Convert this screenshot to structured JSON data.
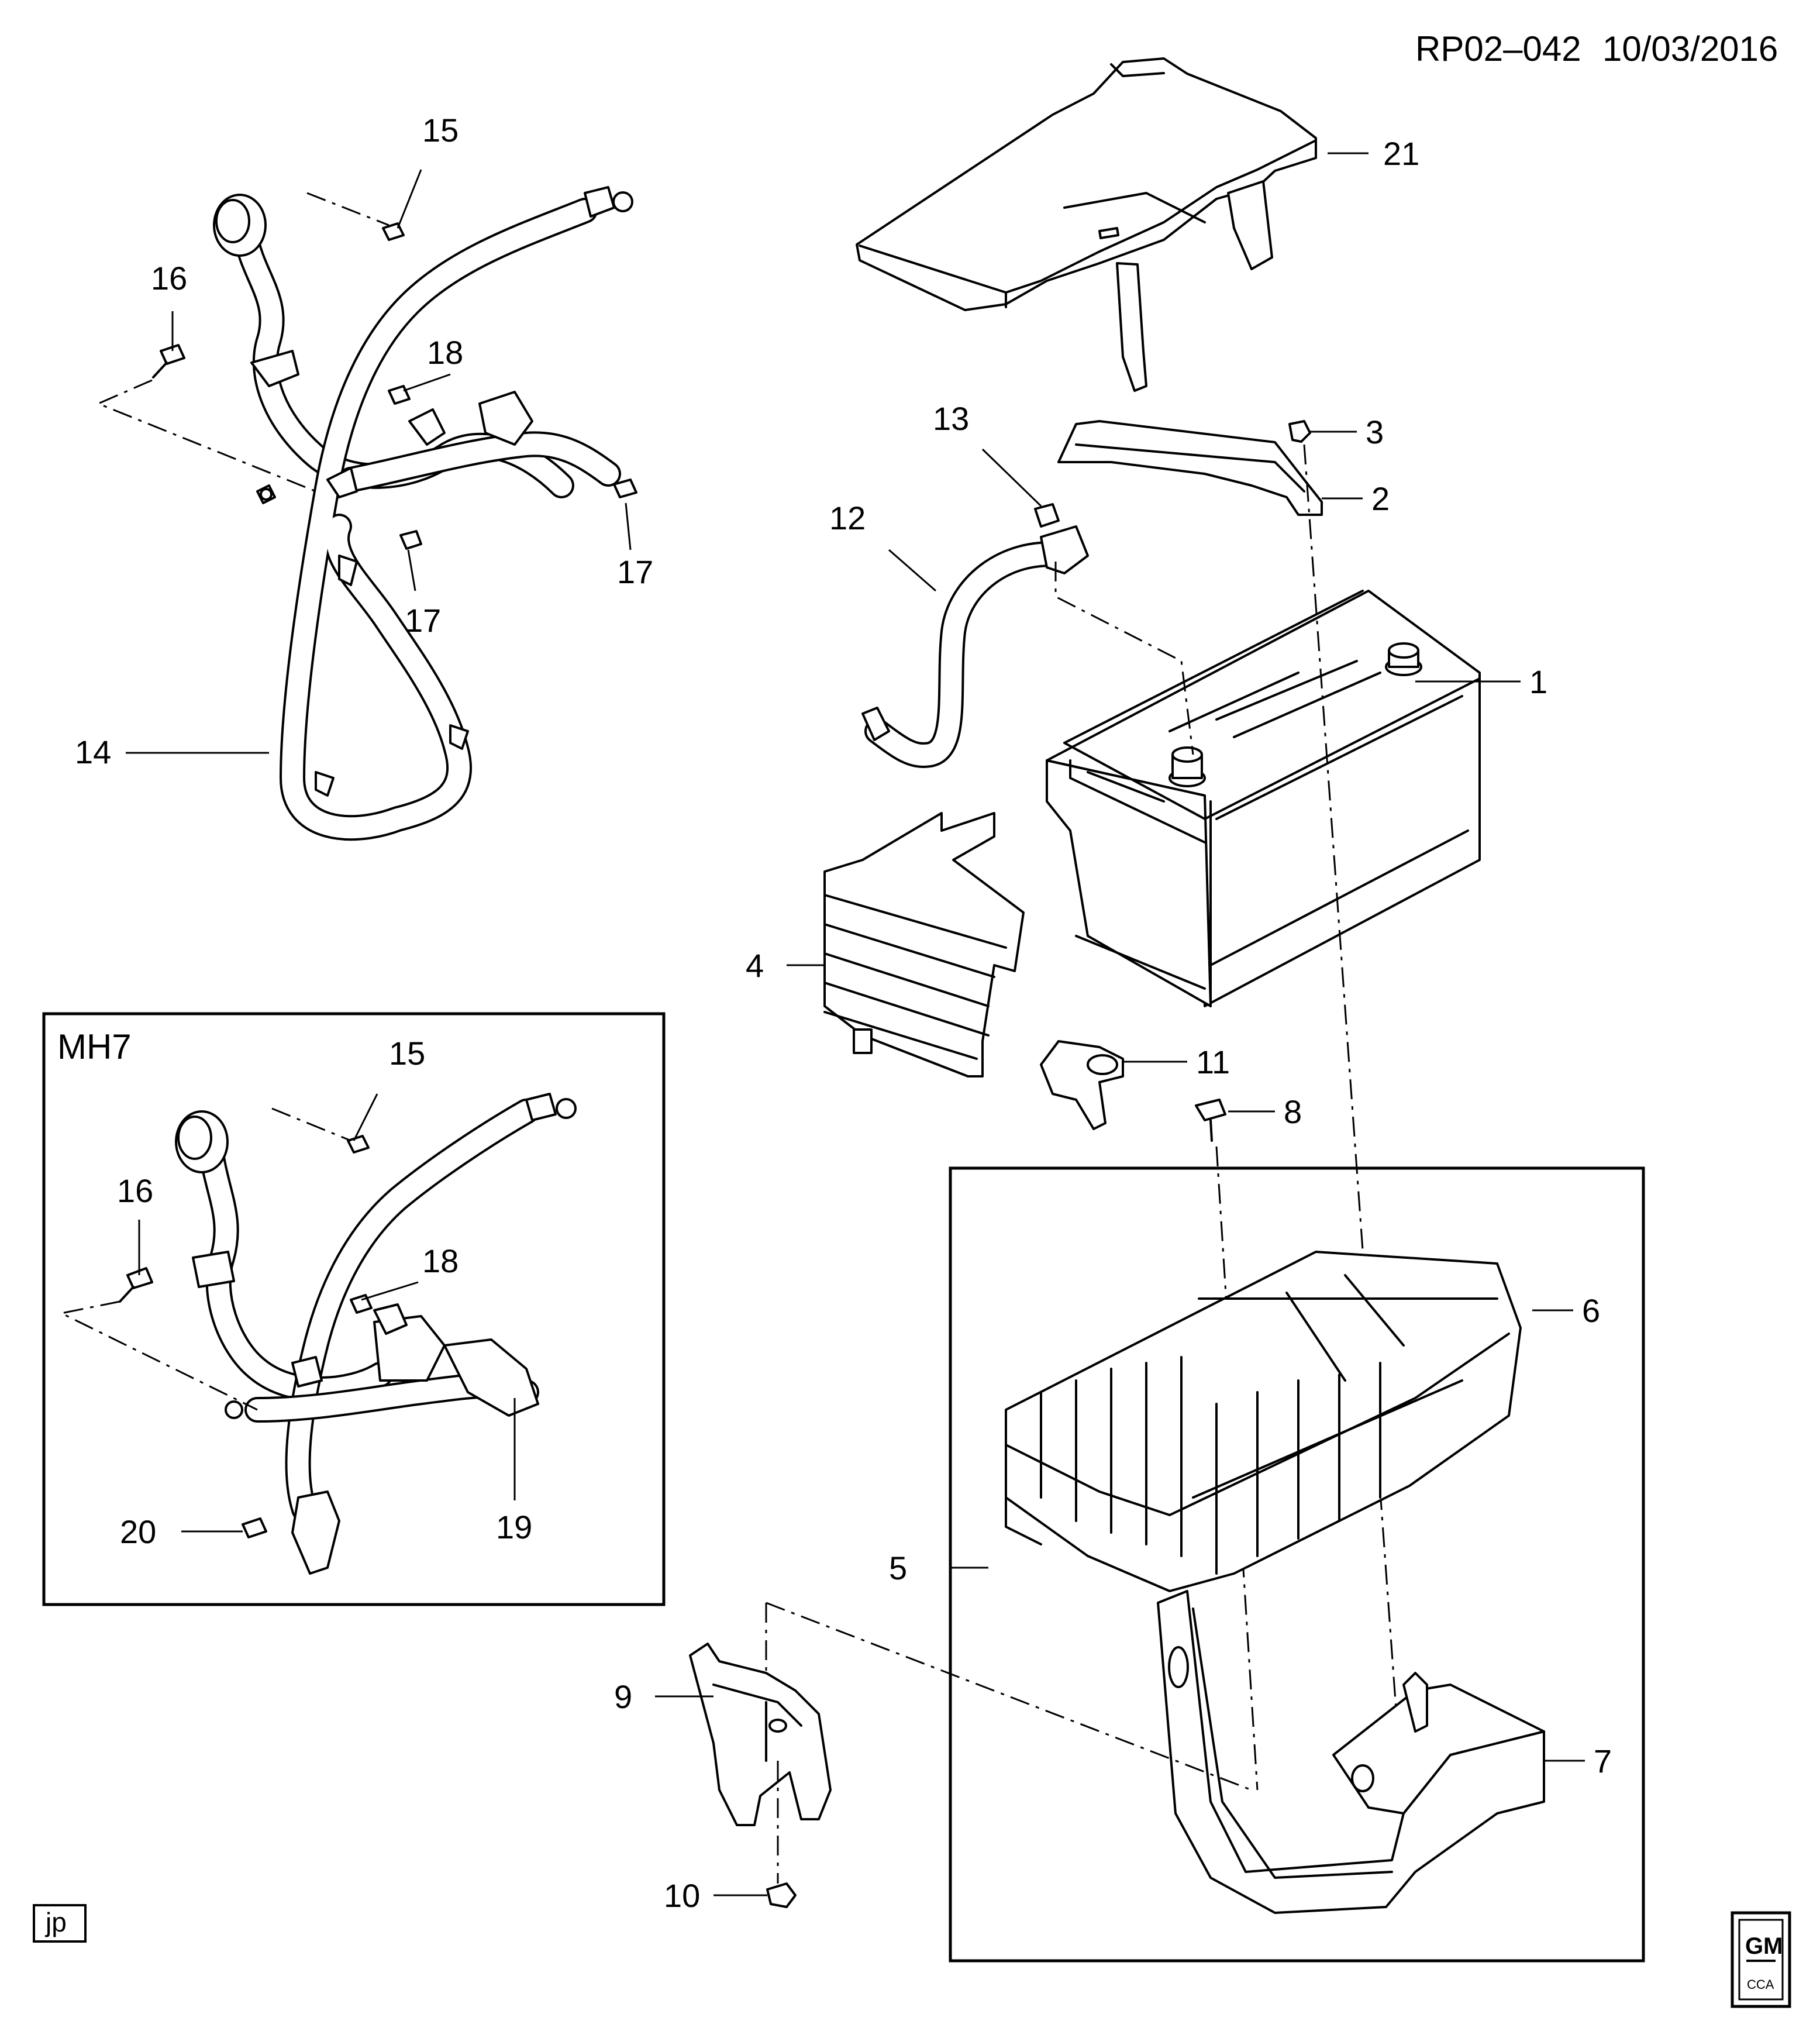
{
  "header": {
    "ref": "RP02–042",
    "date": "10/03/2016"
  },
  "inset": {
    "title": "MH7"
  },
  "callouts": {
    "c1": "1",
    "c2": "2",
    "c3": "3",
    "c4": "4",
    "c5": "5",
    "c6": "6",
    "c7": "7",
    "c8": "8",
    "c9": "9",
    "c10": "10",
    "c11": "11",
    "c12": "12",
    "c13": "13",
    "c14": "14",
    "c15": "15",
    "c16": "16",
    "c17a": "17",
    "c17b": "17",
    "c18": "18",
    "c21": "21",
    "m15": "15",
    "m16": "16",
    "m18": "18",
    "m19": "19",
    "m20": "20"
  },
  "footer": {
    "tag": "jp",
    "logo_top": "GM",
    "logo_bottom": "CCA"
  }
}
